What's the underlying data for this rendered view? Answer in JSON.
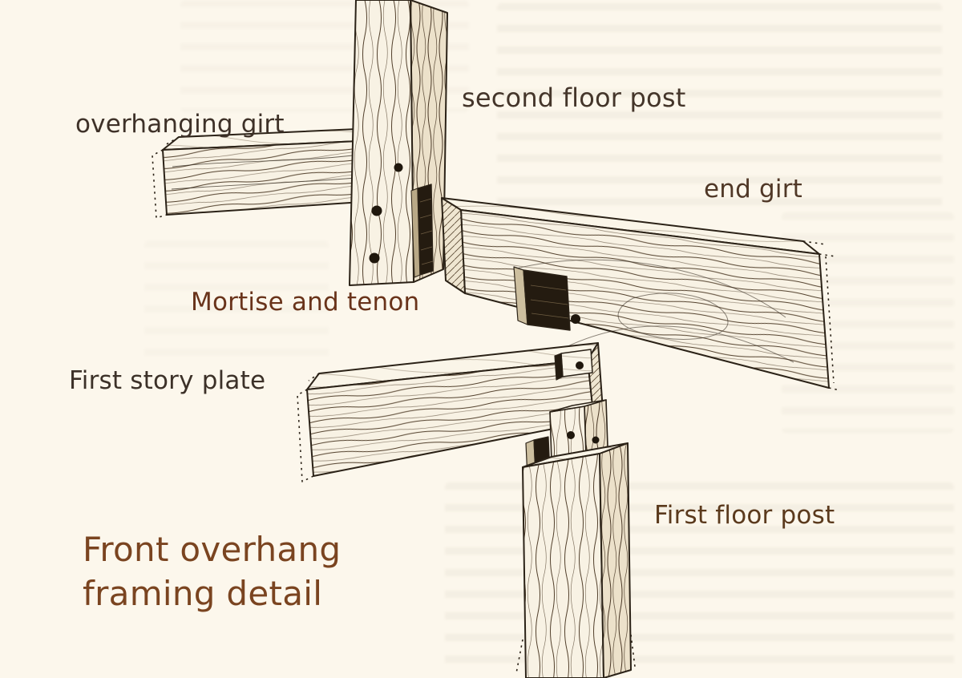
{
  "page": {
    "background_color": "#fcf7ec",
    "ink_color": "#2b2217"
  },
  "diagram": {
    "labels": {
      "second_floor_post": {
        "text": "second floor post",
        "color": "#44352a"
      },
      "overhanging_girt": {
        "text": "overhanging girt",
        "color": "#3e3128"
      },
      "end_girt": {
        "text": "end girt",
        "color": "#503827"
      },
      "mortise_and_tenon": {
        "text": "Mortise and tenon",
        "color": "#69331a"
      },
      "first_story_plate": {
        "text": "First story plate",
        "color": "#3c3128"
      },
      "first_floor_post": {
        "text": "First floor post",
        "color": "#5b3a1d"
      }
    },
    "title": {
      "line1": "Front overhang",
      "line2": "framing detail",
      "color": "#7a4420"
    }
  }
}
